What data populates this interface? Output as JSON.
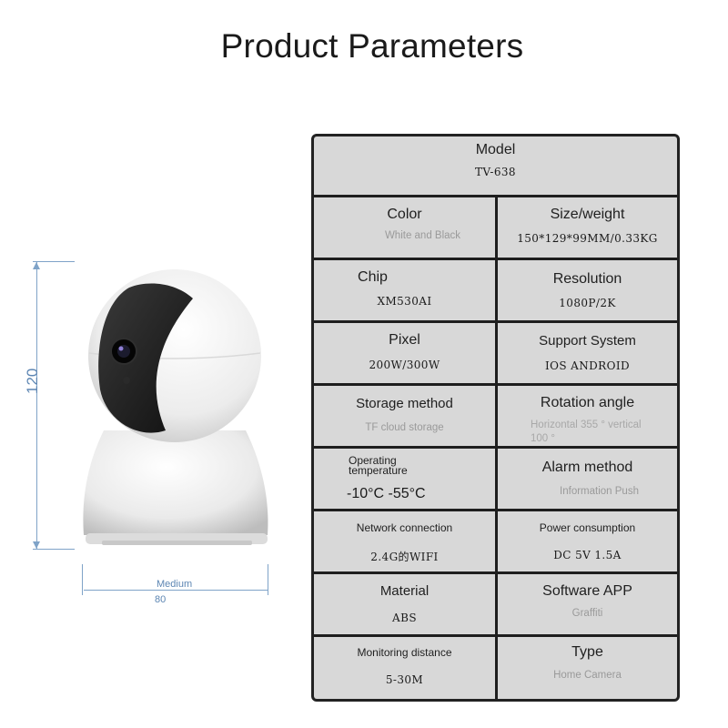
{
  "page": {
    "title": "Product Parameters"
  },
  "dimensions": {
    "height": "120",
    "width_label": "Medium",
    "width_value": "80"
  },
  "colors": {
    "table_bg": "#d8d8d8",
    "table_border": "#1e1e1e",
    "dimension_blue": "#5d86b3"
  },
  "specs": {
    "model": {
      "label": "Model",
      "value": "TV-638"
    },
    "color": {
      "label": "Color",
      "value": "White and Black"
    },
    "size_weight": {
      "label": "Size/weight",
      "value": "150*129*99MM/0.33KG"
    },
    "chip": {
      "label": "Chip",
      "value": "XM530AI"
    },
    "resolution": {
      "label": "Resolution",
      "value": "1080P/2K"
    },
    "pixel": {
      "label": "Pixel",
      "value": "200W/300W"
    },
    "support_system": {
      "label": "Support System",
      "value": "IOS ANDROID"
    },
    "storage_method": {
      "label": "Storage method",
      "value": "TF cloud storage"
    },
    "rotation_angle": {
      "label": "Rotation angle",
      "value_1": "Horizontal 355 ° vertical",
      "value_2": "100 °"
    },
    "operating_temperature": {
      "label_1": "Operating",
      "label_2": "temperature",
      "value": "-10°C -55°C"
    },
    "alarm_method": {
      "label": "Alarm method",
      "value": "Information Push"
    },
    "network_connection": {
      "label": "Network connection",
      "value": "2.4G的WIFI"
    },
    "power_consumption": {
      "label": "Power consumption",
      "value": "DC 5V 1.5A"
    },
    "material": {
      "label": "Material",
      "value": "ABS"
    },
    "software_app": {
      "label": "Software APP",
      "value": "Graffiti"
    },
    "monitoring_distance": {
      "label": "Monitoring distance",
      "value": "5-30M"
    },
    "type": {
      "label": "Type",
      "value": "Home Camera"
    }
  }
}
